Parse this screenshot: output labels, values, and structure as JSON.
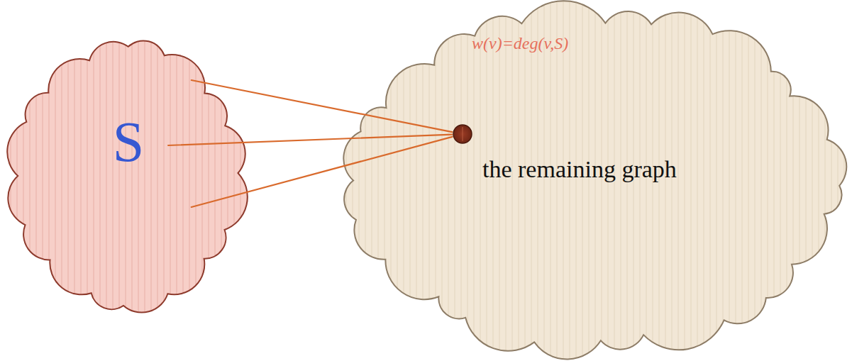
{
  "diagram": {
    "nodes": [
      {
        "text": [
          "S"
        ]
      },
      {
        "text": [
          "the remaining graph"
        ]
      },
      {
        "text": [
          "w(v)=deg(v,S)"
        ],
        "in": 1
      }
    ],
    "edges": [
      {
        "from": 0,
        "to": 2,
        "arrow": "none"
      },
      {
        "from": 0,
        "to": 2,
        "arrow": "none"
      },
      {
        "from": 0,
        "to": 2,
        "arrow": "none"
      }
    ]
  }
}
